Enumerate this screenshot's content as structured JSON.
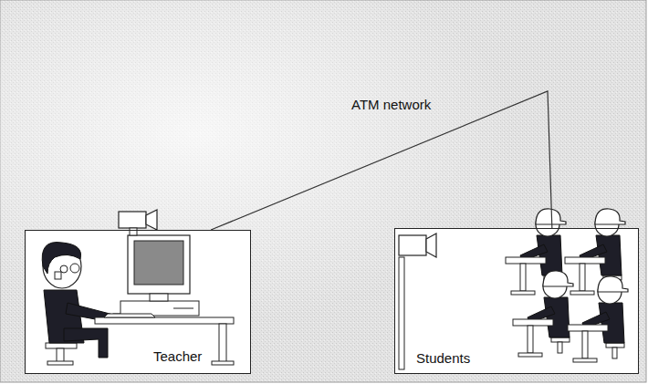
{
  "diagram": {
    "nodes": [
      {
        "text": [
          "Teacher"
        ]
      },
      {
        "text": [
          "Students"
        ]
      }
    ],
    "edges": [
      {
        "from": 0,
        "to": 1,
        "arrow": "none",
        "label": "ATM network"
      }
    ]
  }
}
